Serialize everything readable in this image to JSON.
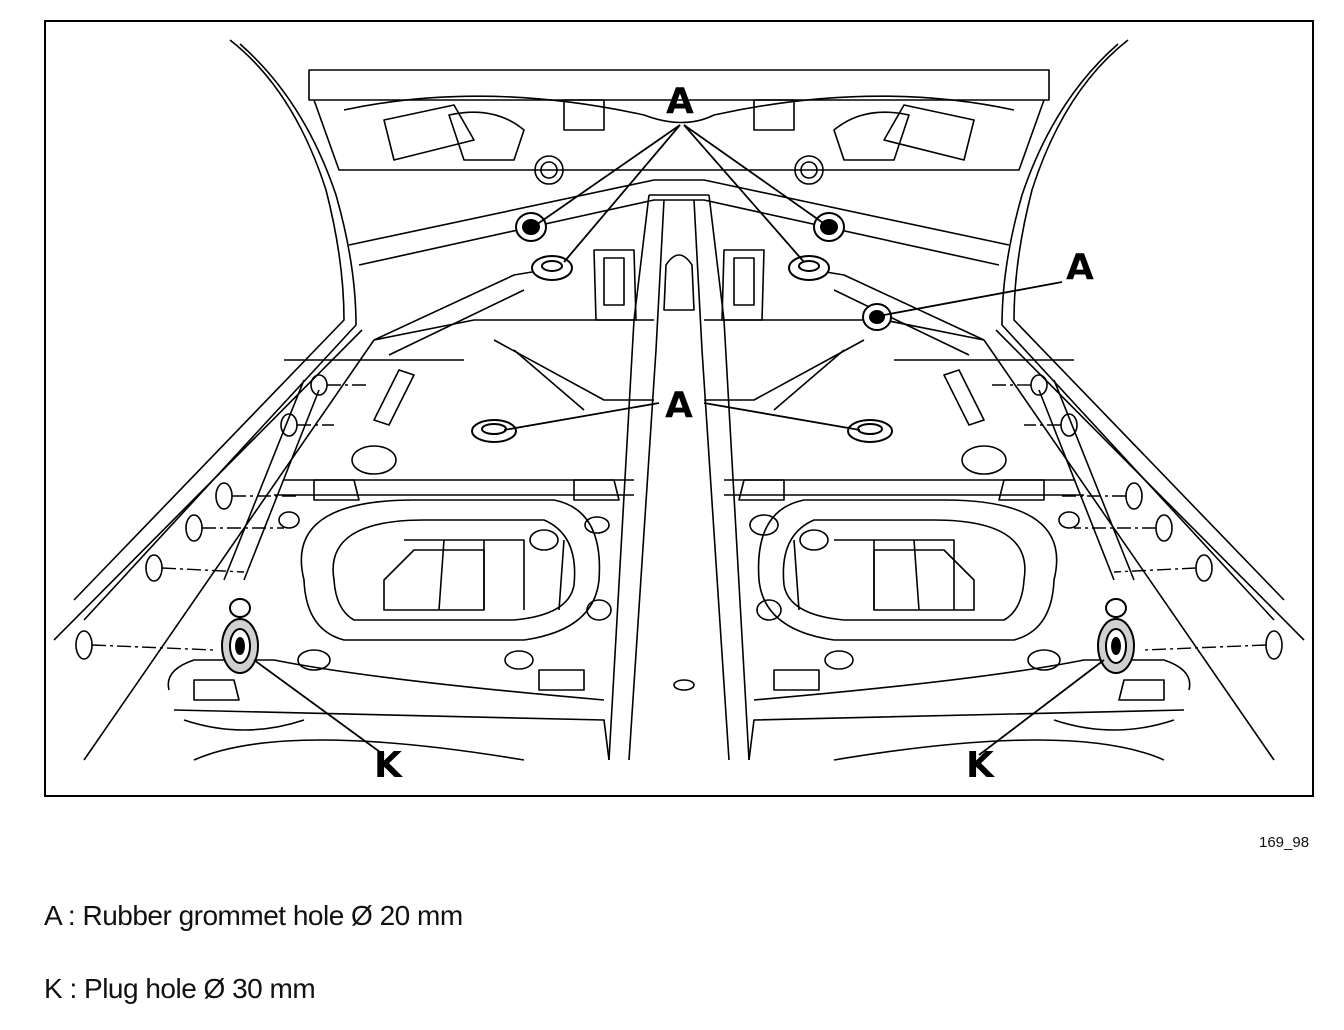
{
  "figure": {
    "callouts": [
      {
        "id": "a-top",
        "letter": "A"
      },
      {
        "id": "a-right",
        "letter": "A"
      },
      {
        "id": "a-center",
        "letter": "A"
      },
      {
        "id": "k-left",
        "letter": "K"
      },
      {
        "id": "k-right",
        "letter": "K"
      }
    ],
    "reference": "169_98"
  },
  "legend": {
    "a": "A : Rubber grommet hole Ø 20 mm",
    "k": "K : Plug hole Ø 30 mm"
  },
  "colors": {
    "line": "#000000",
    "background": "#ffffff",
    "shade": "#d0d0d0"
  }
}
